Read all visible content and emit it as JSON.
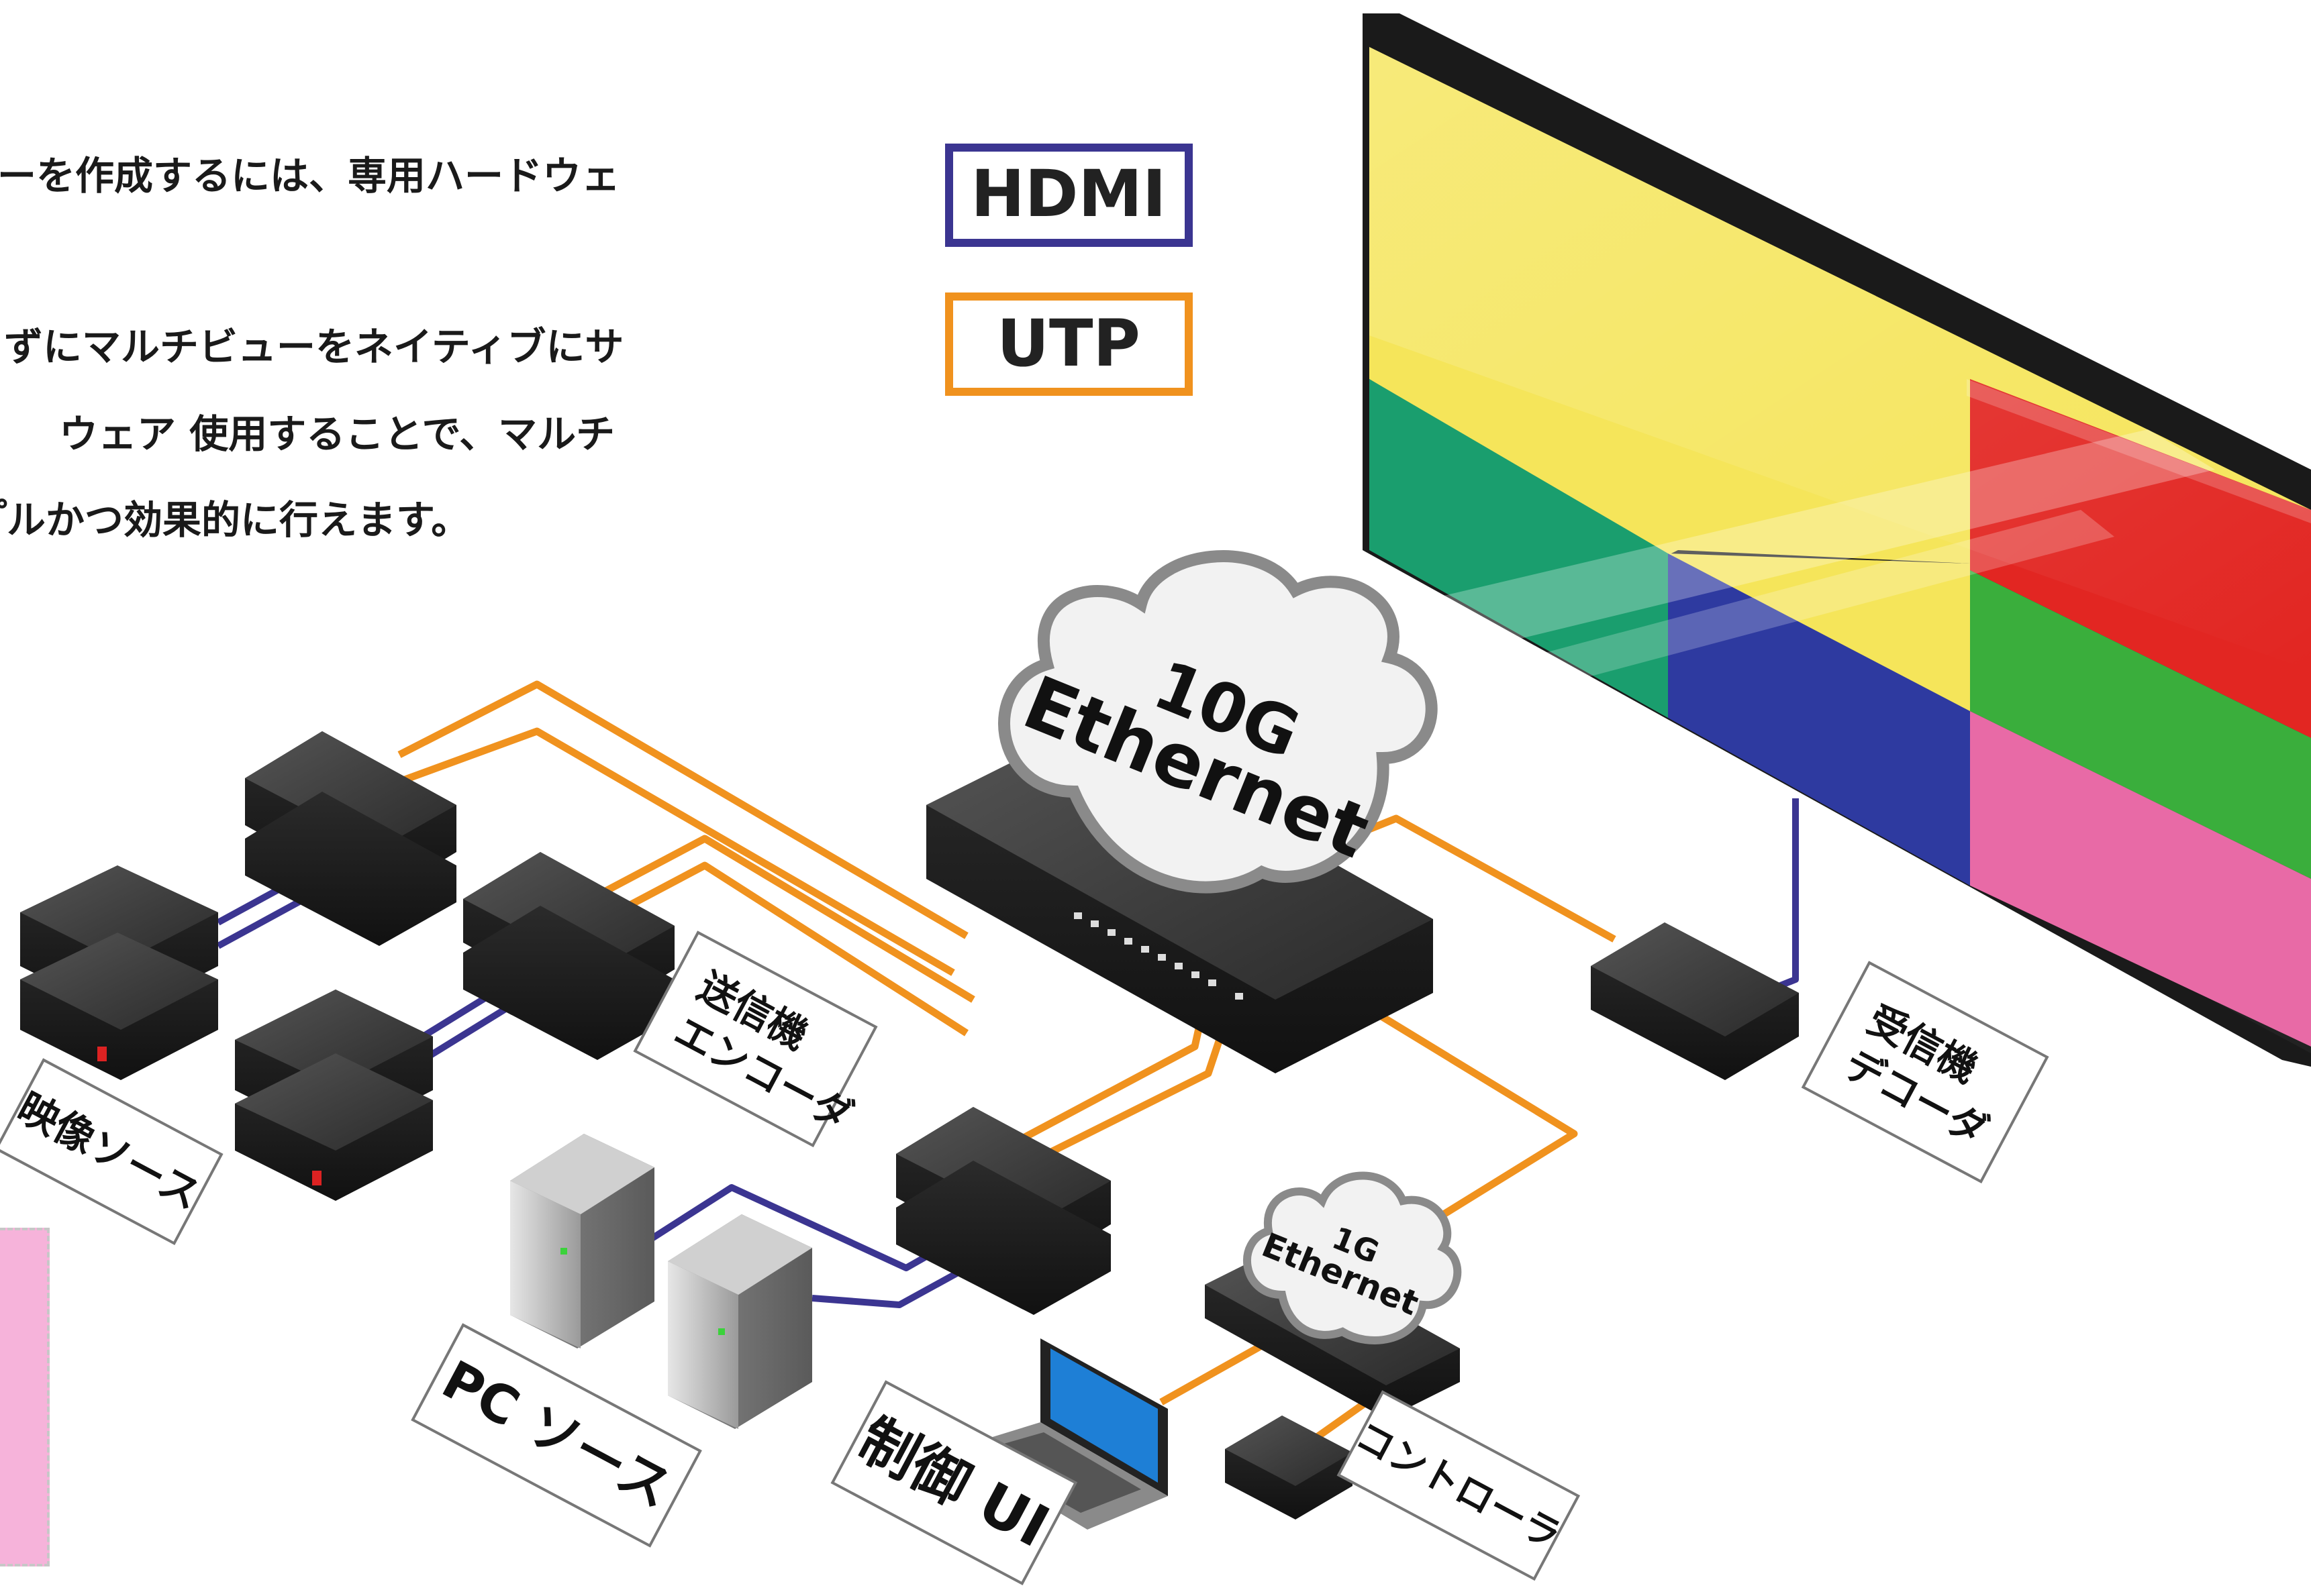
{
  "intro": {
    "line1": "ーを作成するには、専用ハードウェ",
    "line2": "ずにマルチビューをネイティブにサ",
    "line3": "ウェア 使用することで、マルチ",
    "line4": "゚ルかつ効果的に行えます。"
  },
  "legend": {
    "hdmi": "HDMI",
    "utp": "UTP",
    "hdmi_color": "#3b3591",
    "utp_color": "#f0921e"
  },
  "clouds": {
    "main_speed": "10G",
    "main_net": "Ethernet",
    "small_speed": "1G",
    "small_net": "Ethernet"
  },
  "labels": {
    "video_source": "映像ソース",
    "encoder_line1": "送信機",
    "encoder_line2": "エンコーダ",
    "decoder_line1": "受信機",
    "decoder_line2": "デコーダ",
    "pc_source": "PC ソース",
    "control_ui": "制御 UI",
    "controller": "コントローラ"
  },
  "video_wall_colors": [
    "#f5e55a",
    "#1a9e6e",
    "#2e3aa0",
    "#3aae3c",
    "#e22622",
    "#e86aa6"
  ]
}
